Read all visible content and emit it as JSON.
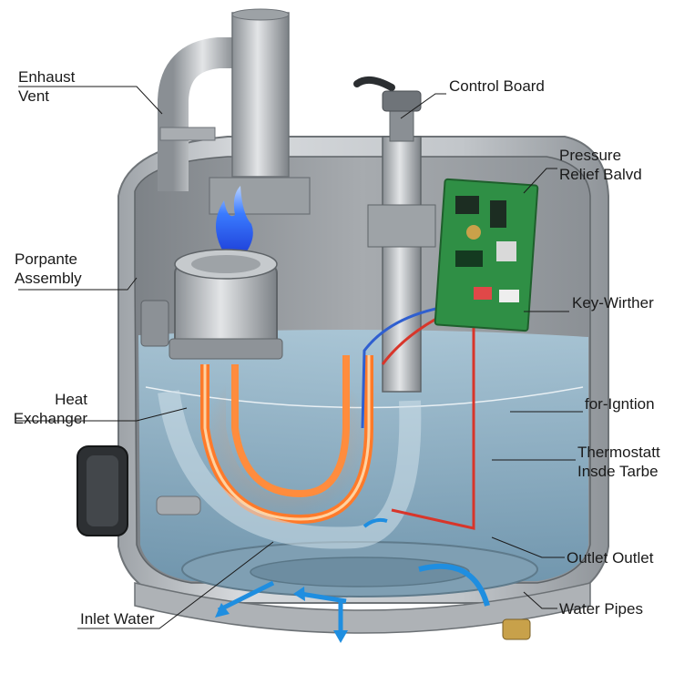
{
  "labels": {
    "exhaust_vent": [
      "Enhaust",
      "Vent"
    ],
    "control_board": "Control Board",
    "pressure_relief": [
      "Pressure",
      "Relief Balvd"
    ],
    "propane_assembly": [
      "Porpante",
      "Assembly"
    ],
    "key_wire": "Key-Wirther",
    "heat_exchanger": [
      "Heat",
      "Exchanger"
    ],
    "ignition": "for-Igntion",
    "thermostat": [
      "Thermostatt",
      "Insde Tarbe"
    ],
    "outlet": "Outlet Outlet",
    "inlet_water": "Inlet Water",
    "water_pipes": "Water Pipes"
  },
  "colors": {
    "tank_shell": "#b9bdc1",
    "water": "#8fb3c8",
    "flame_blue": "#3a6ff0",
    "hot_pipe": "#ff7a2a",
    "circuit_board": "#2f8f45",
    "flow_arrow": "#1f8ee0"
  }
}
